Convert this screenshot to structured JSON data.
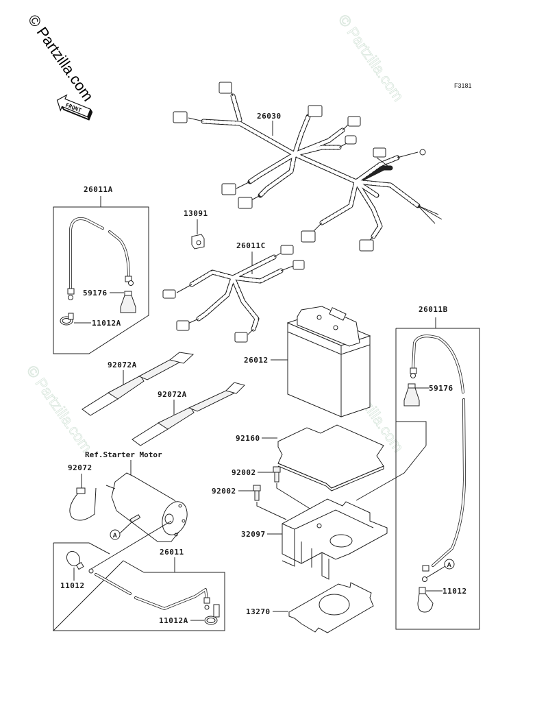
{
  "diagram": {
    "figure_code": "F3181",
    "front_indicator": "FRONT",
    "watermark": "© Partzilla.com",
    "reference_note": "Ref.Starter Motor",
    "callout_marker": "A",
    "parts": [
      {
        "id": "p26030",
        "number": "26030",
        "description": "main wiring harness"
      },
      {
        "id": "p26011A",
        "number": "26011A",
        "description": "battery cable assembly (box)"
      },
      {
        "id": "p13091",
        "number": "13091",
        "description": "clip / block"
      },
      {
        "id": "p26011C",
        "number": "26011C",
        "description": "sub wiring harness"
      },
      {
        "id": "p59176_left",
        "number": "59176",
        "description": "terminal cover"
      },
      {
        "id": "p11012A_left",
        "number": "11012A",
        "description": "terminal cap"
      },
      {
        "id": "p92072A_1",
        "number": "92072A",
        "description": "battery strap"
      },
      {
        "id": "p92072A_2",
        "number": "92072A",
        "description": "battery strap"
      },
      {
        "id": "p26012",
        "number": "26012",
        "description": "battery"
      },
      {
        "id": "p26011B",
        "number": "26011B",
        "description": "battery cable assembly (box)"
      },
      {
        "id": "p59176_right",
        "number": "59176",
        "description": "terminal cover"
      },
      {
        "id": "p92160",
        "number": "92160",
        "description": "battery pad"
      },
      {
        "id": "p92002_1",
        "number": "92002",
        "description": "bolt"
      },
      {
        "id": "p92002_2",
        "number": "92002",
        "description": "bolt"
      },
      {
        "id": "p92072",
        "number": "92072",
        "description": "band"
      },
      {
        "id": "p32097",
        "number": "32097",
        "description": "battery case"
      },
      {
        "id": "p26011",
        "number": "26011",
        "description": "starter cable assembly (box)"
      },
      {
        "id": "p11012_left",
        "number": "11012",
        "description": "terminal cap"
      },
      {
        "id": "p11012A_bottom",
        "number": "11012A",
        "description": "terminal cap"
      },
      {
        "id": "p11012_right",
        "number": "11012",
        "description": "terminal cap"
      },
      {
        "id": "p13270",
        "number": "13270",
        "description": "plate"
      }
    ]
  }
}
